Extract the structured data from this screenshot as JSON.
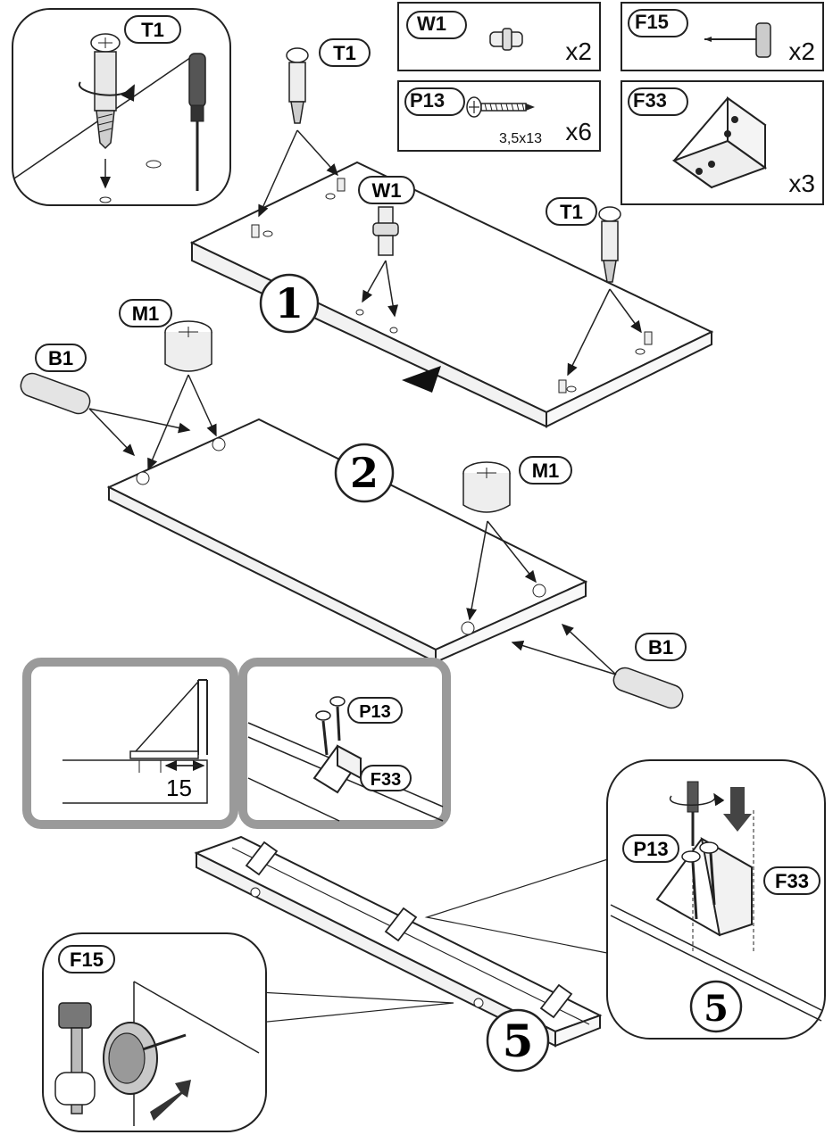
{
  "parts": {
    "W1": {
      "code": "W1",
      "qty": "x2"
    },
    "F15": {
      "code": "F15",
      "qty": "x2"
    },
    "P13": {
      "code": "P13",
      "size": "3,5x13",
      "qty": "x6"
    },
    "F33": {
      "code": "F33",
      "qty": "x3"
    }
  },
  "callouts": {
    "t1_detail": "T1",
    "t1_a": "T1",
    "t1_b": "T1",
    "w1": "W1",
    "m1_a": "M1",
    "m1_b": "M1",
    "b1_a": "B1",
    "b1_b": "B1",
    "p13_inset": "P13",
    "f33_inset": "F33",
    "p13_detail": "P13",
    "f33_detail": "F33",
    "f15_detail": "F15"
  },
  "steps": {
    "panel1": "1",
    "panel2": "2",
    "panel5": "5",
    "panel5_detail": "5"
  },
  "dimension": "15",
  "colors": {
    "line": "#1a1a1a",
    "inset_frame": "#9a9a9a",
    "fill_light": "#f2f2f2",
    "metal": "#cfcfcf"
  }
}
